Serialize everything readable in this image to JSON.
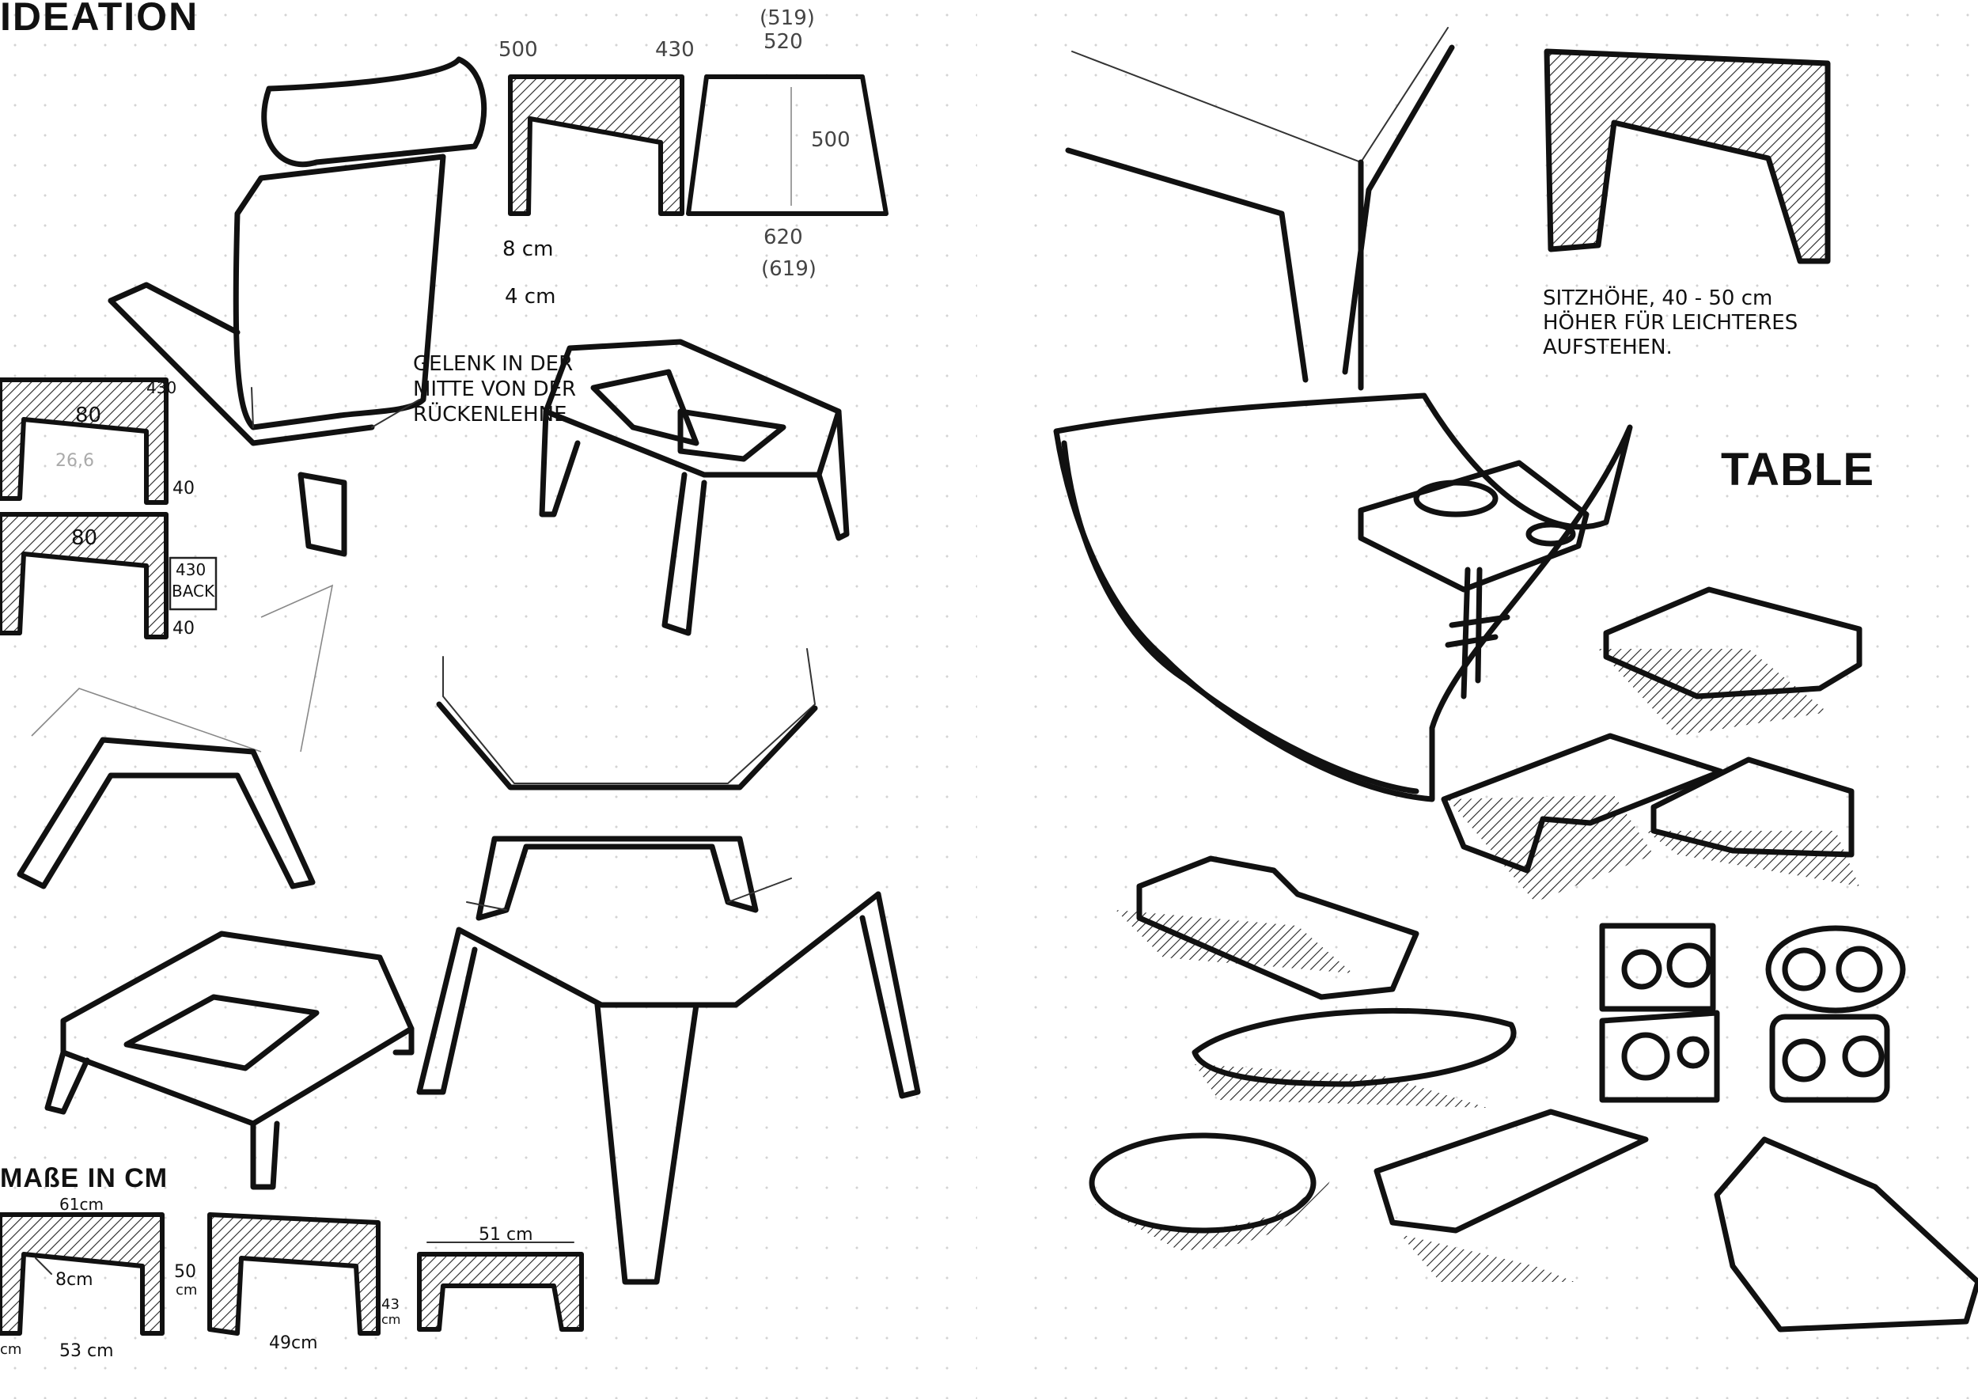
{
  "left_page": {
    "heading": "IDEATION",
    "dims_top": {
      "d500": "500",
      "d430": "430",
      "d519_top": "(519)",
      "d520": "520",
      "d500_height": "500",
      "d620": "620",
      "d619": "(619)"
    },
    "depth_note": {
      "line1": "8 cm",
      "line2": "4 cm"
    },
    "joint_note": [
      "GELENK IN DER",
      "MITTE VON DER",
      "RÜCKENLEHNE"
    ],
    "side_profile_1": {
      "width": "80",
      "top_right": "430",
      "middle": "26,6",
      "leg": "40"
    },
    "side_profile_2": {
      "width": "80",
      "back_label_1": "430",
      "back_label_2": "BACK",
      "leg": "40"
    },
    "measures_heading": "MAßE IN CM",
    "measures": {
      "m61": "61cm",
      "m8": "8cm",
      "m50a": "50",
      "m50b": "cm",
      "m49": "49cm",
      "m43a": "43",
      "m43b": "cm",
      "m51": "51 cm",
      "m53": "53 cm",
      "m_cut": "cm"
    }
  },
  "right_page": {
    "seat_height_note": [
      "SITZHÖHE, 40 - 50 cm",
      "HÖHER FÜR LEICHTERES",
      "AUFSTEHEN."
    ],
    "table_heading": "TABLE"
  }
}
